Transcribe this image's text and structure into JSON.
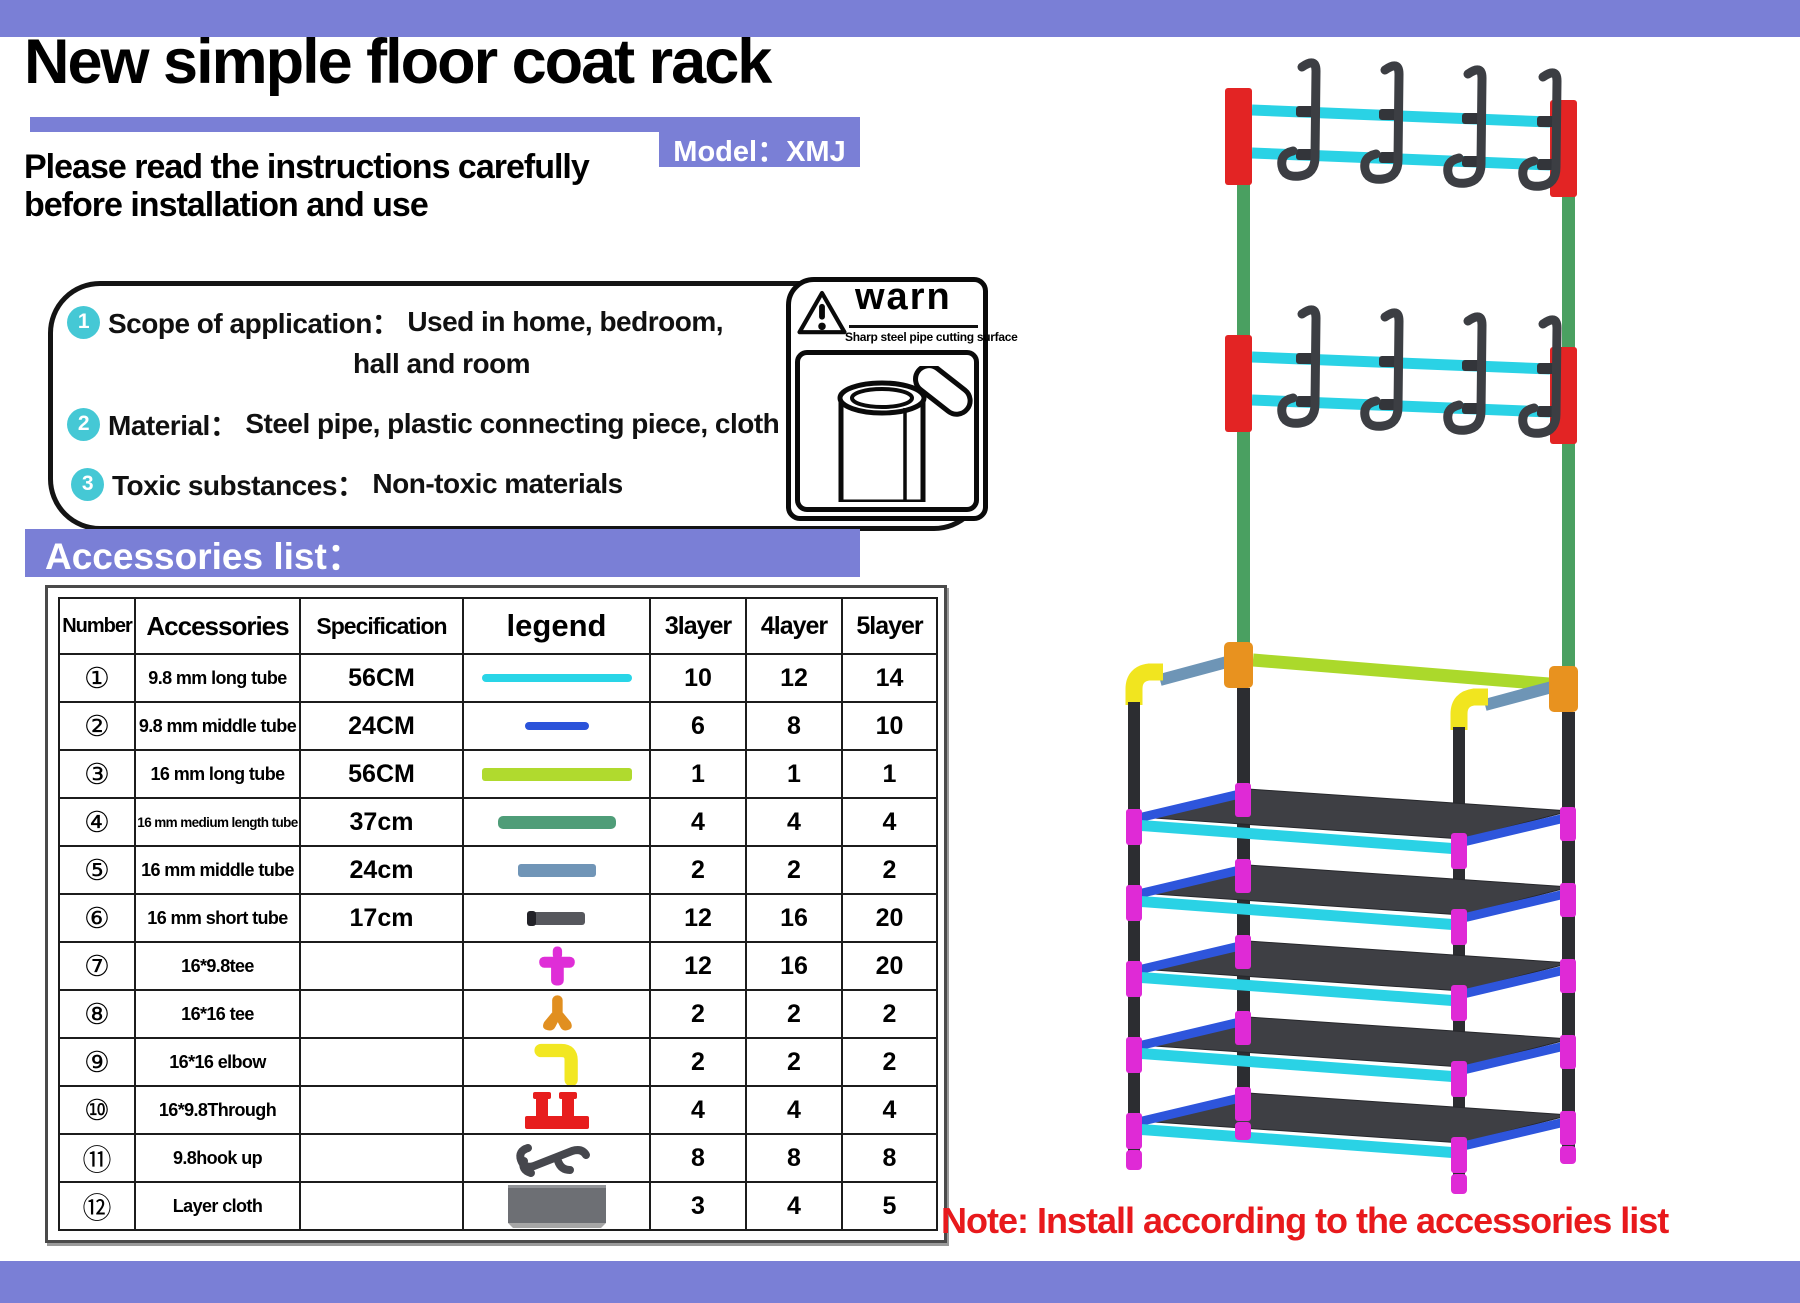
{
  "page": {
    "title": "New simple floor coat rack",
    "model_label": "Model：XMJ",
    "subtitle_line1": "Please read the instructions carefully",
    "subtitle_line2": "before installation and use",
    "note": "Note: Install according to the accessories list",
    "accent_purple": "#7a7fd6",
    "note_color": "#e8191c"
  },
  "info_box": {
    "badge_color": "#45c8d5",
    "items": [
      {
        "num": "1",
        "label": "Scope of application：",
        "text": "Used in home, bedroom,",
        "text2": "hall and room"
      },
      {
        "num": "2",
        "label": "Material：",
        "text": "Steel pipe, plastic connecting piece, cloth",
        "text2": ""
      },
      {
        "num": "3",
        "label": "Toxic substances：",
        "text": "Non-toxic materials",
        "text2": ""
      }
    ]
  },
  "warn_box": {
    "title": "warn",
    "subtitle": "Sharp steel pipe cutting surface",
    "icons": [
      "warning-triangle-icon",
      "steel-pipe-cut-icon"
    ]
  },
  "accessories_banner": "Accessories list：",
  "table": {
    "headers": [
      "Number",
      "Accessories",
      "Specification",
      "legend",
      "3layer",
      "4layer",
      "5layer"
    ],
    "rows": [
      {
        "number": "①",
        "name": "9.8 mm long tube",
        "spec": "56CM",
        "legend": {
          "icon": "cyan-long-tube-swatch",
          "color": "#29d5e7"
        },
        "layer3": "10",
        "layer4": "12",
        "layer5": "14"
      },
      {
        "number": "②",
        "name": "9.8 mm middle tube",
        "spec": "24CM",
        "legend": {
          "icon": "blue-middle-tube-swatch",
          "color": "#2b53da"
        },
        "layer3": "6",
        "layer4": "8",
        "layer5": "10"
      },
      {
        "number": "③",
        "name": "16 mm long tube",
        "spec": "56CM",
        "legend": {
          "icon": "green-long-tube-swatch",
          "color": "#b0da2e"
        },
        "layer3": "1",
        "layer4": "1",
        "layer5": "1"
      },
      {
        "number": "④",
        "name": "16 mm medium length tube",
        "spec": "37cm",
        "legend": {
          "icon": "seagreen-medium-tube-swatch",
          "color": "#4f9d78"
        },
        "layer3": "4",
        "layer4": "4",
        "layer5": "4"
      },
      {
        "number": "⑤",
        "name": "16 mm middle tube",
        "spec": "24cm",
        "legend": {
          "icon": "steelblue-middle-tube-swatch",
          "color": "#7095b7"
        },
        "layer3": "2",
        "layer4": "2",
        "layer5": "2"
      },
      {
        "number": "⑥",
        "name": "16 mm short tube",
        "spec": "17cm",
        "legend": {
          "icon": "gray-short-tube-swatch",
          "color": "#56575d"
        },
        "layer3": "12",
        "layer4": "16",
        "layer5": "20"
      },
      {
        "number": "⑦",
        "name": "16*9.8tee",
        "spec": "",
        "legend": {
          "icon": "tee-connector-icon",
          "color": "#df2ed7"
        },
        "layer3": "12",
        "layer4": "16",
        "layer5": "20"
      },
      {
        "number": "⑧",
        "name": "16*16 tee",
        "spec": "",
        "legend": {
          "icon": "tee-connector-icon",
          "color": "#e18f20"
        },
        "layer3": "2",
        "layer4": "2",
        "layer5": "2"
      },
      {
        "number": "⑨",
        "name": "16*16 elbow",
        "spec": "",
        "legend": {
          "icon": "elbow-connector-icon",
          "color": "#f2e722"
        },
        "layer3": "2",
        "layer4": "2",
        "layer5": "2"
      },
      {
        "number": "⑩",
        "name": "16*9.8Through",
        "spec": "",
        "legend": {
          "icon": "through-connector-icon",
          "color": "#e71d1d"
        },
        "layer3": "4",
        "layer4": "4",
        "layer5": "4"
      },
      {
        "number": "⑪",
        "name": "9.8hook up",
        "spec": "",
        "legend": {
          "icon": "hook-icon",
          "color": "#46474d"
        },
        "layer3": "8",
        "layer4": "8",
        "layer5": "8"
      },
      {
        "number": "⑫",
        "name": "Layer cloth",
        "spec": "",
        "legend": {
          "icon": "layer-cloth-icon",
          "color": "#6d6f74"
        },
        "layer3": "3",
        "layer4": "4",
        "layer5": "5"
      }
    ]
  },
  "illustration": {
    "name": "floor-coat-rack-render",
    "colors": {
      "upper_pole_green": "#4aa061",
      "hook_rail_connector_red": "#e32424",
      "hook_bar_cyan": "#2ad2e5",
      "hook_dark": "#3c3e43",
      "tee_orange": "#e8921f",
      "top_bar_chartreuse": "#abd92b",
      "side_tube_steelblue": "#6e95b6",
      "elbow_yellow": "#f1e51f",
      "lower_pole_black": "#2c2d31",
      "shelf_connector_magenta": "#df2ad6",
      "shelf_side_blue": "#2e55dc",
      "shelf_cloth_gray": "#3e3f44"
    }
  }
}
